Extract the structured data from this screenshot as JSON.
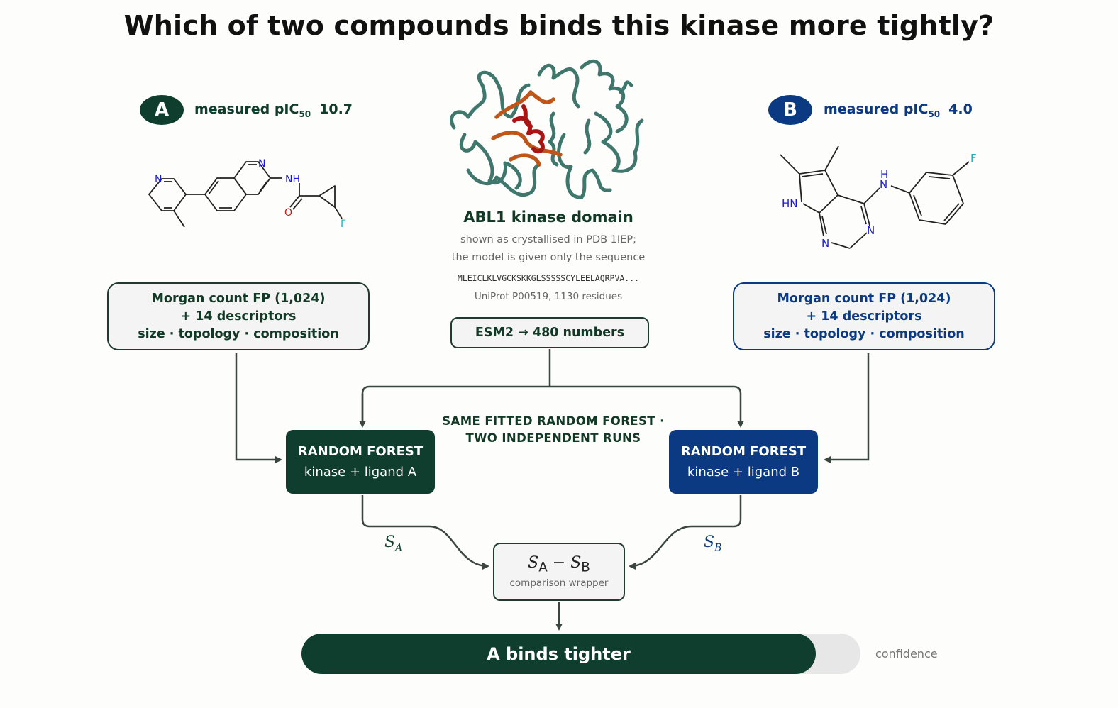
{
  "title": "Which of two compounds binds this kinase more tightly?",
  "colors": {
    "green": "#0f3d2e",
    "blue": "#0b3a82",
    "edge_green": "#1f3b2f",
    "arrow": "#3b463f"
  },
  "ligand_a": {
    "badge": "A",
    "pic_label": "measured pIC",
    "pic_sub": "50",
    "pic_value": "10.7",
    "features": {
      "line1": "Morgan count FP (1,024)",
      "line2": "+ 14 descriptors",
      "line3": "size · topology · composition"
    },
    "rf": {
      "title": "RANDOM FOREST",
      "subtitle": "kinase + ligand A"
    },
    "score_sym": "S",
    "score_sub": "A"
  },
  "ligand_b": {
    "badge": "B",
    "pic_label": "measured pIC",
    "pic_sub": "50",
    "pic_value": "4.0",
    "features": {
      "line1": "Morgan count FP (1,024)",
      "line2": "+ 14 descriptors",
      "line3": "size · topology · composition"
    },
    "rf": {
      "title": "RANDOM FOREST",
      "subtitle": "kinase + ligand B"
    },
    "score_sym": "S",
    "score_sub": "B"
  },
  "protein": {
    "name": "ABL1  kinase domain",
    "note1": "shown as crystallised in PDB 1IEP;",
    "note2": "the model is given only the sequence",
    "sequence": "MLEICLKLVGCKSKKGLSSSSSCYLEELAQRPVA...",
    "uniprot": "UniProt P00519,  1130 residues",
    "esm": "ESM2  →  480 numbers"
  },
  "same_model": {
    "line1": "SAME FITTED RANDOM FOREST ·",
    "line2": "TWO INDEPENDENT RUNS"
  },
  "wrapper": {
    "s1": "S",
    "sub1": "A",
    "minus": " − ",
    "s2": "S",
    "sub2": "B",
    "caption": "comparison wrapper"
  },
  "result": {
    "label": "A binds tighter",
    "confidence_label": "confidence",
    "confidence": 0.92
  },
  "atoms_a": {
    "n1": "N",
    "n2": "N",
    "nh": "NH",
    "o": "O",
    "f": "F"
  },
  "atoms_b": {
    "h": "H",
    "n_amine": "N",
    "hn": "HN",
    "n3": "N",
    "n4": "N",
    "f": "F"
  }
}
